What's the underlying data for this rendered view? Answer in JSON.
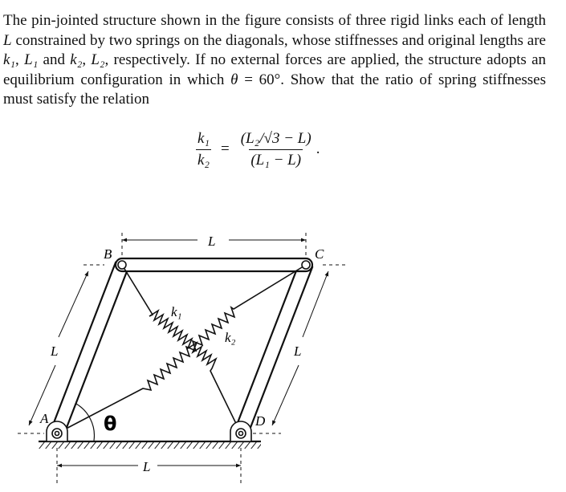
{
  "problem": {
    "text_segments": [
      "The pin-jointed structure shown in the figure consists of three rigid links each of length ",
      "L",
      " constrained by two springs on the diagonals, whose stiffnesses and original lengths are ",
      "k₁",
      ", ",
      "L₁",
      " and ",
      "k₂",
      ", ",
      "L₂",
      ", respectively. If no external forces are applied, the structure adopts an equilibrium configuration in which ",
      "θ",
      " = 60°. Show that the ratio of spring stiffnesses must satisfy the relation"
    ]
  },
  "equation": {
    "lhs_numerator": "k₁",
    "lhs_denominator": "k₂",
    "equals": "=",
    "rhs_numerator": "(L₂/√3 − L)",
    "rhs_denominator": "(L₁ − L)",
    "trailing": "."
  },
  "figure": {
    "labels": {
      "A": "A",
      "B": "B",
      "C": "C",
      "D": "D",
      "top_length": "L",
      "bottom_length": "L",
      "left_length": "L",
      "right_length": "L",
      "spring1": "k₁",
      "spring2": "k₂",
      "angle": "θ"
    }
  }
}
